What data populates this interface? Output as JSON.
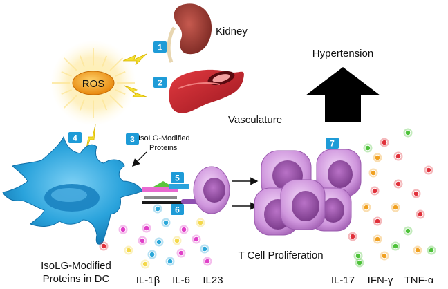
{
  "labels": {
    "ros": "ROS",
    "kidney": "Kidney",
    "vasculature": "Vasculature",
    "hypertension": "Hypertension",
    "isolg_proteins": "IsoLG-Modified\nProteins",
    "dc_caption_line1": "IsoLG-Modified",
    "dc_caption_line2": "Proteins in DC",
    "t_cell": "T Cell Proliferation",
    "il1b": "IL-1β",
    "il6": "IL-6",
    "il23": "IL23",
    "il17": "IL-17",
    "ifng": "IFN-γ",
    "tnfa": "TNF-α"
  },
  "steps": [
    "1",
    "2",
    "3",
    "4",
    "5",
    "6",
    "7"
  ],
  "colors": {
    "badge": "#1e9bd7",
    "dendritic_cell": "#2aa3dc",
    "t_cell": "#c98fd6",
    "ros_core": "#f7a21b",
    "kidney": "#9b3b32",
    "vessel": "#c5202a",
    "cyto_cyan": "#2aa7d9",
    "cyto_magenta": "#e040c8",
    "cyto_yellow": "#f4d84a",
    "cyto_red": "#e0303a",
    "cyto_green": "#4ec23a",
    "cyto_orange": "#f0a020"
  }
}
